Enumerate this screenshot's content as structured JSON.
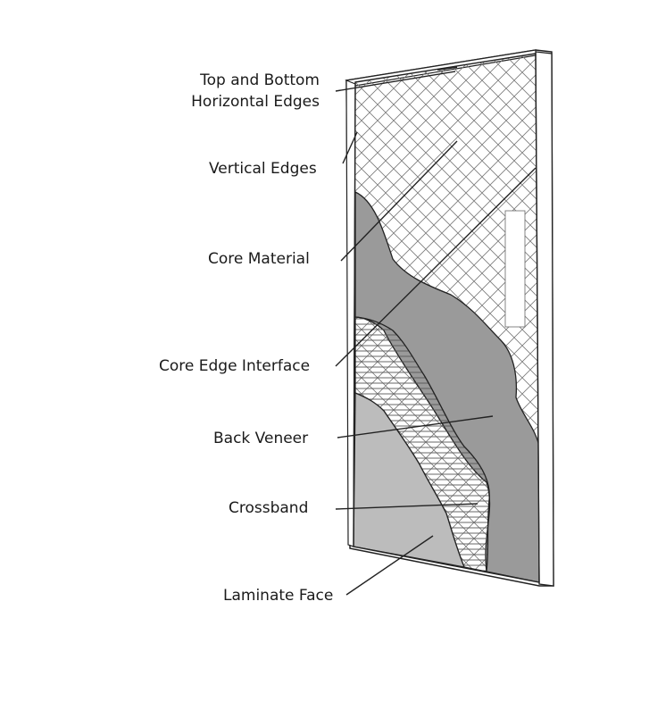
{
  "diagram": {
    "labels": {
      "top_bottom_edges": [
        "Top and Bottom",
        "Horizontal Edges"
      ],
      "vertical_edges": "Vertical Edges",
      "core_material": "Core Material",
      "core_edge_interface": "Core Edge Interface",
      "back_veneer": "Back Veneer",
      "crossband": "Crossband",
      "laminate_face": "Laminate Face"
    },
    "colors": {
      "background": "#ffffff",
      "outline": "#222222",
      "core_gray": "#9a9a9a",
      "laminate_light_gray": "#bcbcbc",
      "hatch_line": "#555555",
      "text": "#1a1a1a"
    }
  }
}
